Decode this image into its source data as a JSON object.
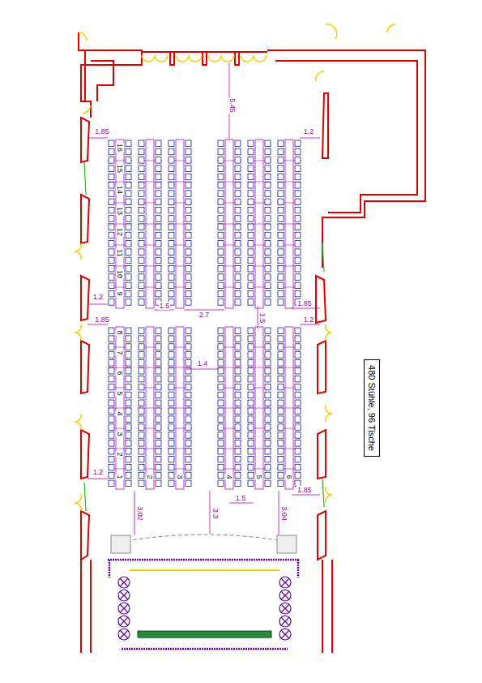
{
  "diagram": {
    "nodes": [
      {
        "text": [
          "480 Stühle, 96 Tische"
        ]
      }
    ],
    "labels": [
      "5.45",
      "1.85",
      "1.2",
      "16",
      "15",
      "14",
      "13",
      "12",
      "11",
      "10",
      "9",
      "1.2",
      "1.85",
      "1.5",
      "2.7",
      "1.5",
      "1.85",
      "1.2",
      "8",
      "7",
      "6",
      "5",
      "4",
      "3",
      "2",
      "1",
      "1.4",
      "1.2",
      "2",
      "3",
      "4",
      "5",
      "6",
      "1.85",
      "1.5",
      "3.02",
      "3.3",
      "3.04"
    ]
  }
}
